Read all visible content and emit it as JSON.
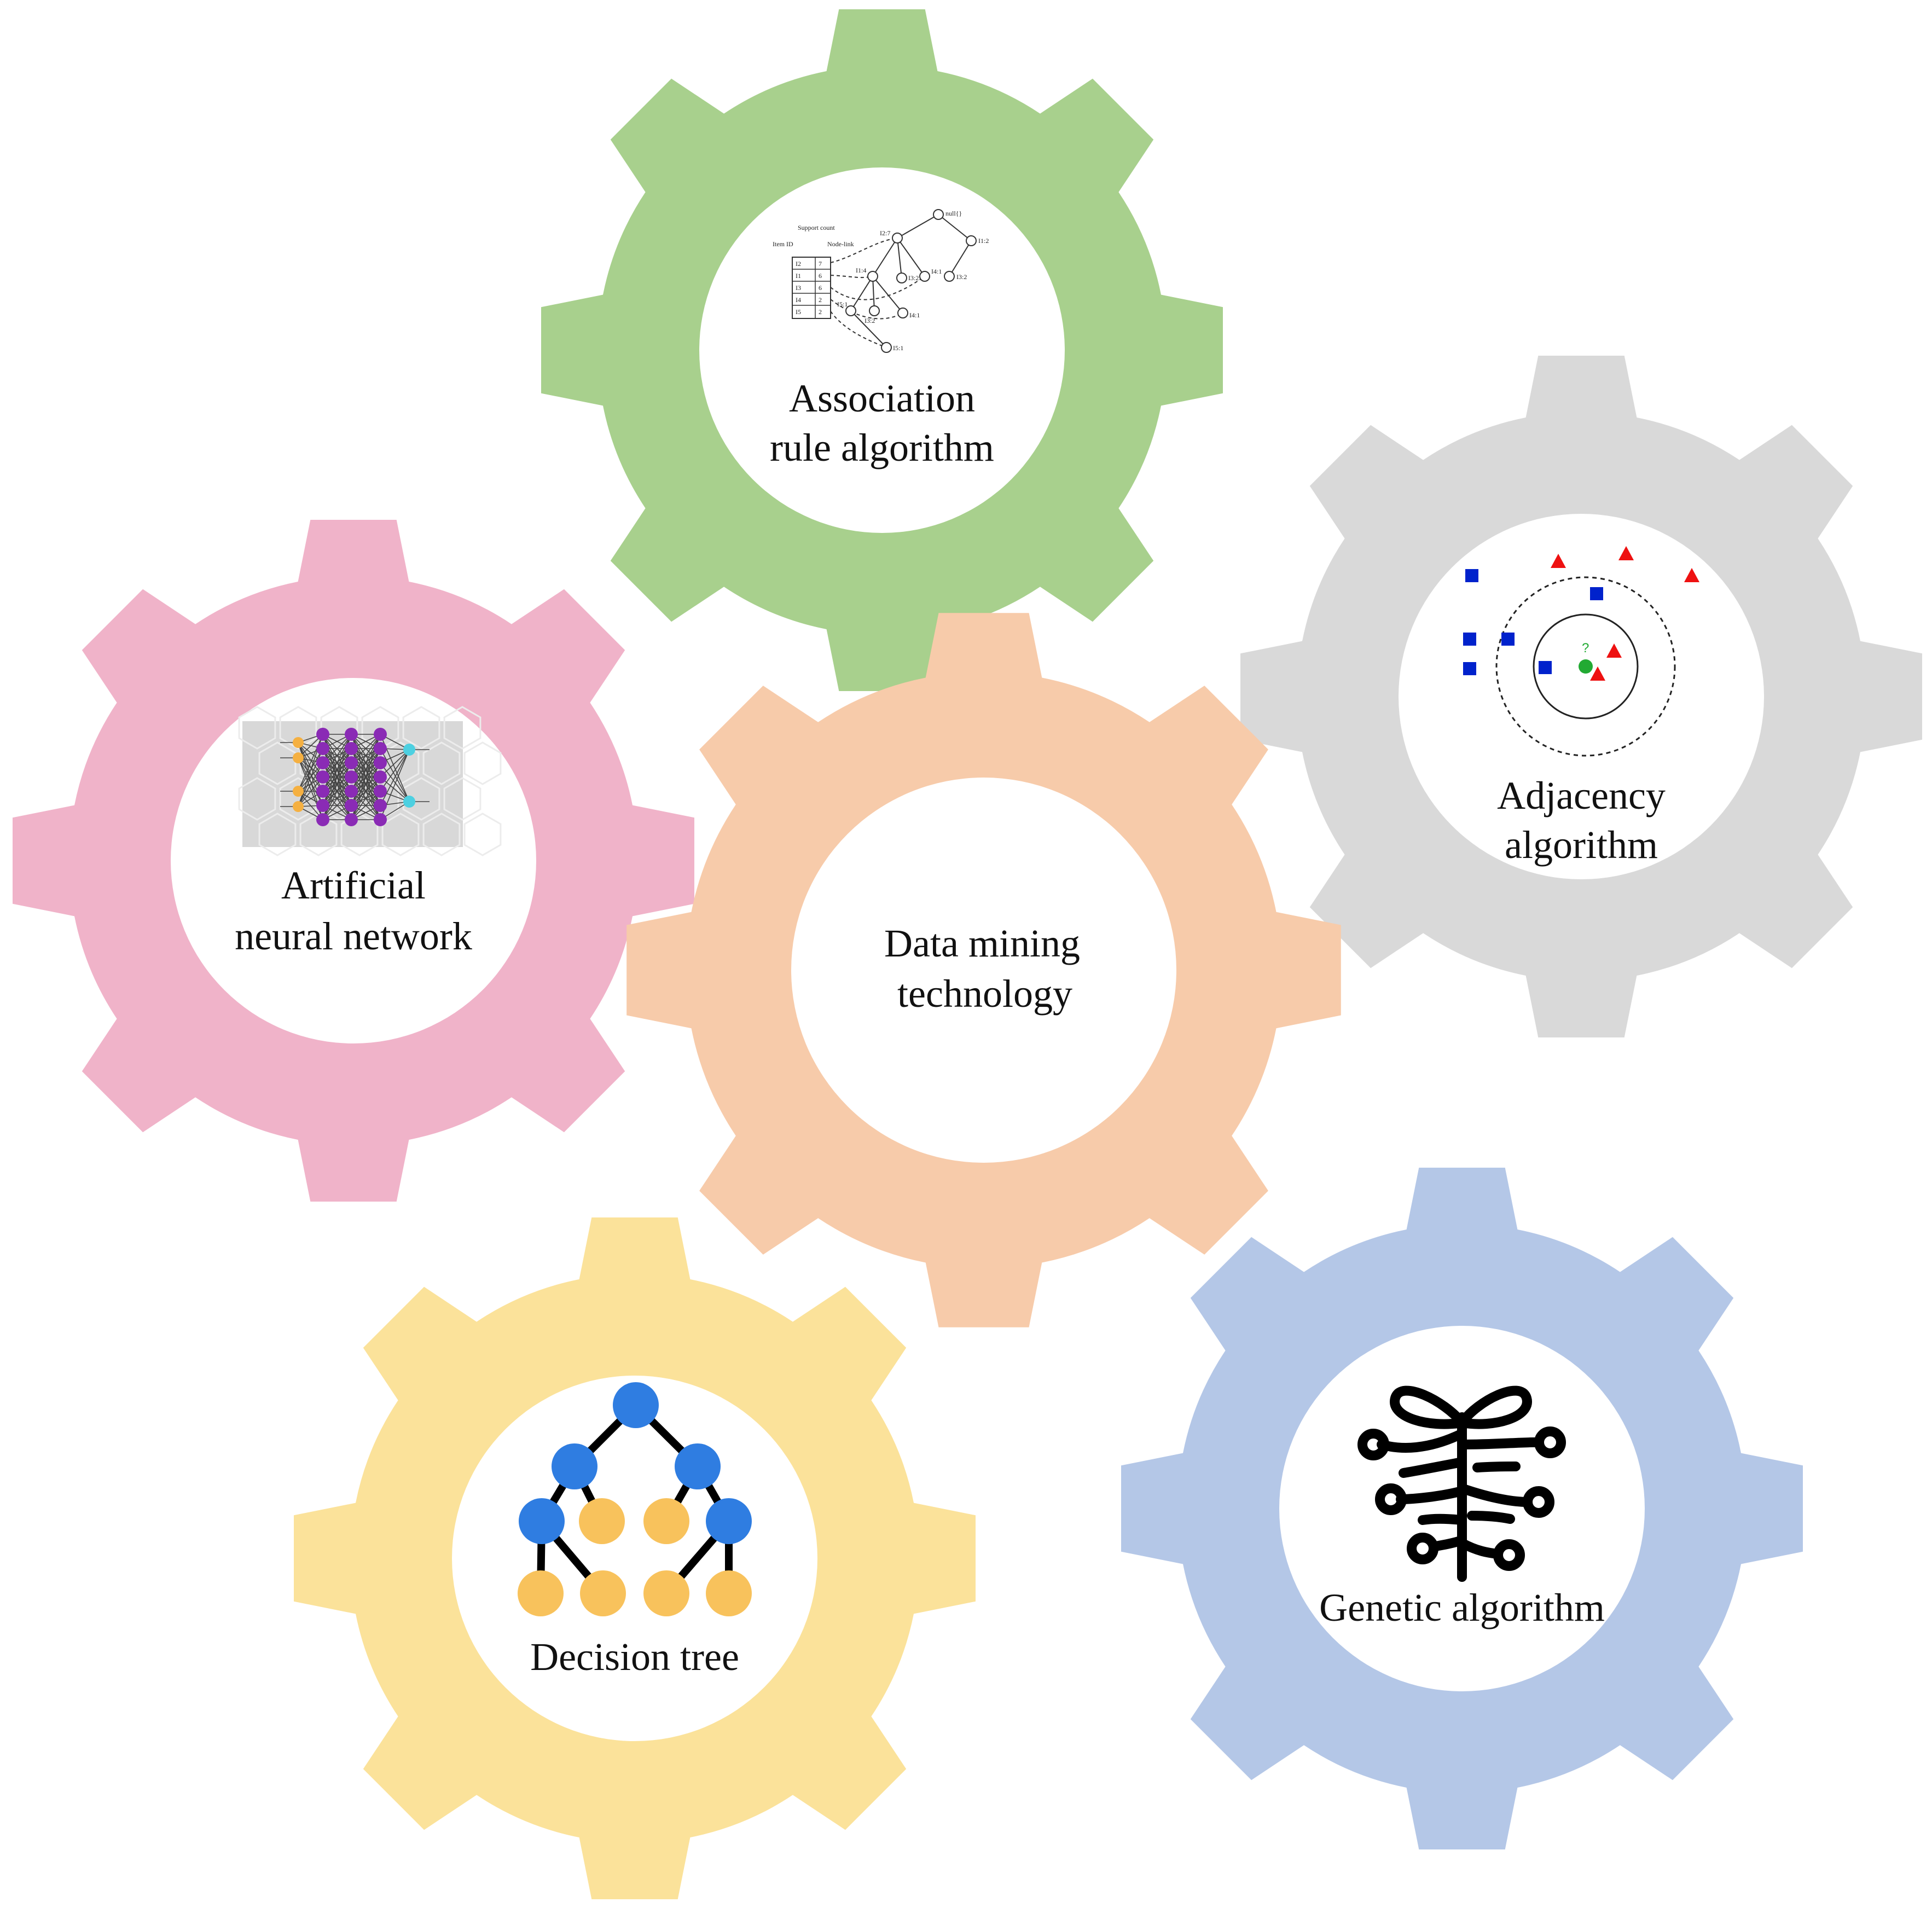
{
  "gears": [
    {
      "id": "association",
      "lines": [
        "Association",
        "rule algorithm"
      ],
      "color": "#a8d08d",
      "icon": "association-graph-icon"
    },
    {
      "id": "adjacency",
      "lines": [
        "Adjacency",
        "algorithm"
      ],
      "color": "#d9d9d9",
      "icon": "knn-scatter-icon"
    },
    {
      "id": "neural",
      "lines": [
        "Artificial",
        "neural network"
      ],
      "color": "#f0b3c9",
      "icon": "neural-network-icon"
    },
    {
      "id": "center",
      "lines": [
        "Data mining",
        "technology"
      ],
      "color": "#f7cbaa",
      "icon": ""
    },
    {
      "id": "decision",
      "lines": [
        "Decision tree"
      ],
      "color": "#fbe29a",
      "icon": "decision-tree-icon"
    },
    {
      "id": "genetic",
      "lines": [
        "Genetic algorithm"
      ],
      "color": "#b4c7e7",
      "icon": "dna-icon"
    }
  ],
  "colors": {
    "knn_square": "#0022cc",
    "knn_triangle": "#ee1111",
    "knn_query": "#22aa33",
    "tree_inner": "#2f7de1",
    "tree_leaf": "#f8c25c",
    "nn_node": "#8a2bb5",
    "nn_input": "#f5b041",
    "nn_output": "#4dd0e1"
  },
  "association_table": {
    "headers": [
      "Item ID",
      "Support count",
      "Node-link"
    ],
    "rows": [
      [
        "I2",
        "7"
      ],
      [
        "I1",
        "6"
      ],
      [
        "I3",
        "6"
      ],
      [
        "I4",
        "2"
      ],
      [
        "I5",
        "2"
      ]
    ],
    "tree_labels": [
      "null{}",
      "I2:7",
      "I1:2",
      "I1:4",
      "I3:2",
      "I4:1",
      "I3:2",
      "I5:1",
      "I3:2",
      "I4:1",
      "I5:1",
      "I3:2"
    ]
  },
  "knn_query_label": "?"
}
